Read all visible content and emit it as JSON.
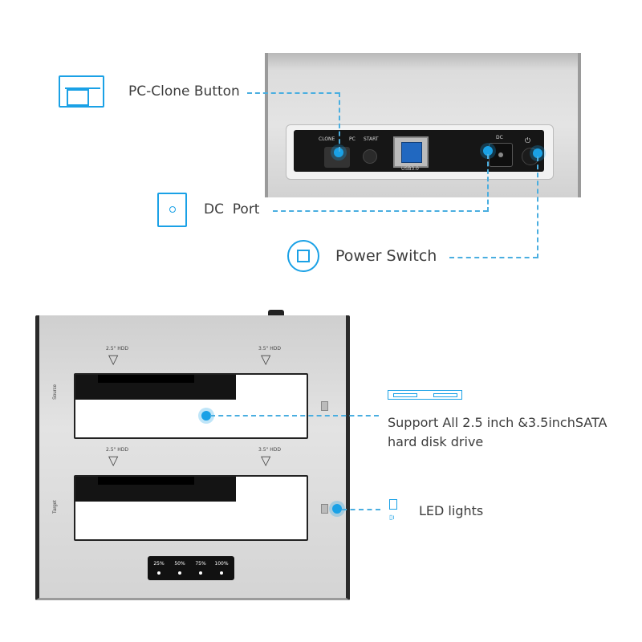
{
  "callouts": {
    "pc_clone": "PC-Clone Button",
    "dc_port": "DC  Port",
    "power_switch": "Power Switch",
    "sata_line1": "Support All 2.5 inch &3.5inchSATA",
    "sata_line2": "hard disk drive",
    "led": "LED lights"
  },
  "rear_panel": {
    "clone": "CLONE",
    "pc": "PC",
    "start": "START",
    "dc": "DC",
    "usb": "USB3.0"
  },
  "front": {
    "slot_top": {
      "left_label": "2.5\" HDD",
      "right_label": "3.5\" HDD",
      "side": "Source"
    },
    "slot_bottom": {
      "left_label": "2.5\" HDD",
      "right_label": "3.5\" HDD",
      "side": "Target"
    },
    "progress": [
      "25%",
      "50%",
      "75%",
      "100%"
    ]
  },
  "colors": {
    "accent": "#1aa1e6",
    "dash": "#4aaee0",
    "aluminum": "#c9c9c9"
  }
}
